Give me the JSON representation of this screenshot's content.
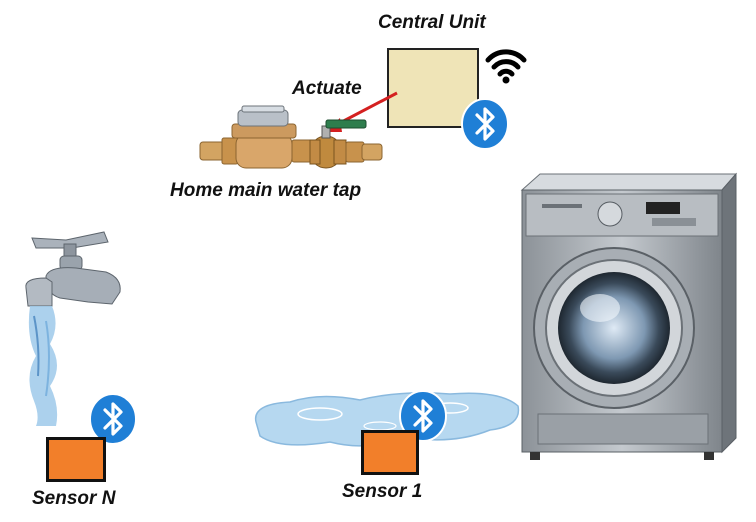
{
  "labels": {
    "central_unit": "Central Unit",
    "actuate": "Actuate",
    "main_tap": "Home main water tap",
    "sensor_n": "Sensor N",
    "sensor_1": "Sensor 1"
  },
  "icons": {
    "wifi": "wifi-icon",
    "bluetooth": "bluetooth-icon",
    "water_meter": "water-meter-valve-icon",
    "faucet": "faucet-icon",
    "washing_machine": "washing-machine-icon",
    "puddle": "water-puddle-icon"
  },
  "colors": {
    "central_box": "#efe4b7",
    "sensor": "#f27f2a",
    "bluetooth": "#1f7fd6",
    "arrow": "#d42020",
    "water": "#9ec9ea"
  }
}
